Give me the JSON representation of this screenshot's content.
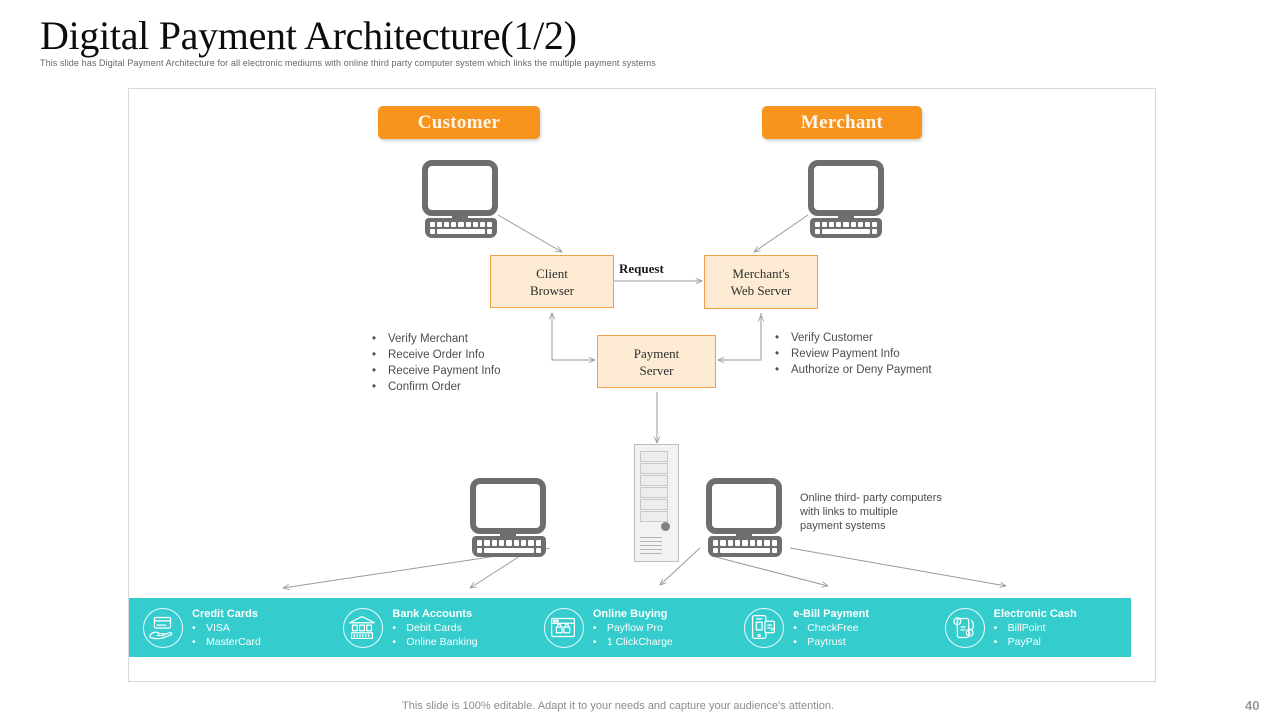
{
  "slide": {
    "title": "Digital Payment Architecture(1/2)",
    "subtitle": "This slide has Digital  Payment  Architecture for all electronic mediums  with online third party computer system which links the multiple  payment systems",
    "footer_note": "This slide is 100% editable. Adapt it to your needs and capture your audience's attention.",
    "page_number": "40"
  },
  "colors": {
    "accent_orange": "#F7941E",
    "box_fill": "#FDEBD3",
    "box_border": "#F0A04B",
    "band_teal": "#34CCCC",
    "icon_gray": "#6D6E70",
    "connector_gray": "#9A9A9A"
  },
  "actors": {
    "customer": "Customer",
    "merchant": "Merchant"
  },
  "flow": {
    "client_browser": {
      "line1": "Client",
      "line2": "Browser"
    },
    "merchant_web_server": {
      "line1": "Merchant's",
      "line2": "Web Server"
    },
    "payment_server": {
      "line1": "Payment",
      "line2": "Server"
    },
    "request_label": "Request"
  },
  "left_list": {
    "bullet": "•",
    "items": [
      "Verify Merchant",
      "Receive  Order Info",
      "Receive  Payment Info",
      "Confirm  Order"
    ]
  },
  "right_list": {
    "bullet": "•",
    "items": [
      "Verify Customer",
      "Review  Payment Info",
      "Authorize or Deny Payment"
    ]
  },
  "third_party_note": {
    "line1": "Online third- party computers",
    "line2": "with links to multiple",
    "line3": "payment systems"
  },
  "payment_band": {
    "bullet": "•",
    "items": [
      {
        "icon": "card-in-hand-icon",
        "title": "Credit Cards",
        "options": [
          "VISA",
          "MasterCard"
        ]
      },
      {
        "icon": "bank-building-icon",
        "title": "Bank Accounts",
        "options": [
          "Debit Cards",
          "Online Banking"
        ]
      },
      {
        "icon": "browser-window-shop-icon",
        "title": "Online Buying",
        "options": [
          "Payflow Pro",
          "1 ClickCharge"
        ]
      },
      {
        "icon": "mobile-bill-icon",
        "title": "e-Bill Payment",
        "options": [
          "CheckFree",
          "Paytrust"
        ]
      },
      {
        "icon": "digital-cash-icon",
        "title": "Electronic Cash",
        "options": [
          "BillPoint",
          "PayPal"
        ]
      }
    ]
  }
}
